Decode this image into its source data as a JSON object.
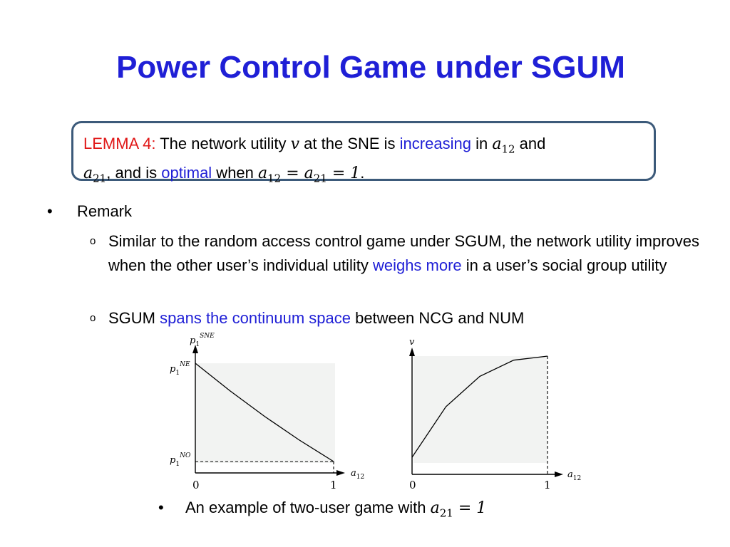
{
  "slide": {
    "title": "Power Control Game under SGUM"
  },
  "lemma": {
    "label": "LEMMA 4:",
    "t1": " The network utility ",
    "v": "v",
    "t2": " at the SNE is ",
    "increasing": "increasing",
    "t3": " in ",
    "a12_base": "a",
    "a12_sub": "12",
    "t4": " and",
    "a21_base": "a",
    "a21_sub": "21",
    "t5": ", and is ",
    "optimal": "optimal",
    "t6": " when ",
    "eq_a12_sub": "12",
    "eq_mid": " = ",
    "eq_a21_sub": "21",
    "eq_end": " = 1",
    "period": "."
  },
  "bullets": {
    "marker": "•",
    "remark": "Remark",
    "sub_marker": "o",
    "s1_part1": "Similar to the random access control game under SGUM, the network utility improves when the other user’s individual utility ",
    "s1_highlight": "weighs more",
    "s1_part2": " in a user’s social group utility",
    "s2_part1": "SGUM ",
    "s2_highlight": "spans the continuum space",
    "s2_part2": " between NCG and NUM"
  },
  "caption": {
    "marker": "•",
    "text": "An example of two-user game with ",
    "math_base": "a",
    "math_sub": "21",
    "math_end": " = 1"
  },
  "chart_data": [
    {
      "type": "line",
      "ylabel": "p1^SNE",
      "xlabel": "a12",
      "x_ticks": [
        "0",
        "1"
      ],
      "y_ticks": [
        "p1^NE",
        "p1^NO"
      ],
      "xlim": [
        0,
        1
      ],
      "series": [
        {
          "x": [
            0,
            0.25,
            0.5,
            0.75,
            1
          ],
          "y": [
            1.0,
            0.72,
            0.46,
            0.22,
            0.0
          ]
        }
      ],
      "y_tick_labels": {
        "top_base": "p",
        "top_sub": "1",
        "top_sup": "NE",
        "bottom_base": "p",
        "bottom_sub": "1",
        "bottom_sup": "NO",
        "axis_base": "p",
        "axis_sub": "1",
        "axis_sup": "SNE",
        "x_base": "a",
        "x_sub": "12"
      },
      "shaded_region": true
    },
    {
      "type": "line",
      "ylabel": "v",
      "xlabel": "a12",
      "x_ticks": [
        "0",
        "1"
      ],
      "xlim": [
        0,
        1
      ],
      "series": [
        {
          "x": [
            0,
            0.25,
            0.5,
            0.75,
            1
          ],
          "y": [
            0.0,
            0.5,
            0.8,
            0.96,
            1.0
          ]
        }
      ],
      "x_label_parts": {
        "base": "a",
        "sub": "12"
      },
      "shaded_region": true
    }
  ]
}
